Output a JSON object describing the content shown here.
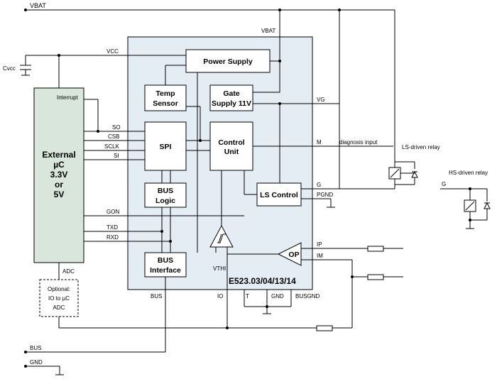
{
  "title": "E523.03/04/13/14",
  "colors": {
    "chip_fill": "#e4ecf4",
    "uc_fill": "#d8e6dc"
  },
  "microcontroller": {
    "line1": "External",
    "line2": "µC",
    "line3": "3.3V",
    "line4": "or",
    "line5": "5V"
  },
  "blocks": {
    "power_supply": "Power Supply",
    "temp_sensor_1": "Temp",
    "temp_sensor_2": "Sensor",
    "gate_supply_1": "Gate",
    "gate_supply_2": "Supply 11V",
    "spi": "SPI",
    "control_unit_1": "Control",
    "control_unit_2": "Unit",
    "bus_logic_1": "BUS",
    "bus_logic_2": "Logic",
    "ls_control": "LS Control",
    "bus_interface_1": "BUS",
    "bus_interface_2": "Interface",
    "op": "OP"
  },
  "labels": {
    "vbat_top": "VBAT",
    "vbat_chip": "VBAT",
    "vcc": "VCC",
    "cvcc": "Cvcc",
    "interrupt": "Interrupt",
    "so": "SO",
    "csb": "CSB",
    "sclk": "SCLK",
    "si": "SI",
    "gon": "GON",
    "txd": "TXD",
    "rxd": "RXD",
    "adc": "ADC",
    "vg": "VG",
    "m": "M",
    "diagnosis": "diagnosis input",
    "ls_relay": "LS-driven relay",
    "hs_relay": "HS-driven relay",
    "g": "G",
    "g_hs": "G",
    "pgnd": "PGND",
    "ip": "IP",
    "im": "IM",
    "vthi": "VTHI",
    "bus_pin": "BUS",
    "io_pin": "IO",
    "t_pin": "T",
    "gnd_pin": "GND",
    "busgnd_pin": "BUSGND",
    "optional_1": "Optional:",
    "optional_2": "IO to µC",
    "optional_3": "ADC",
    "bus_ext": "BUS",
    "gnd_ext": "GND"
  }
}
